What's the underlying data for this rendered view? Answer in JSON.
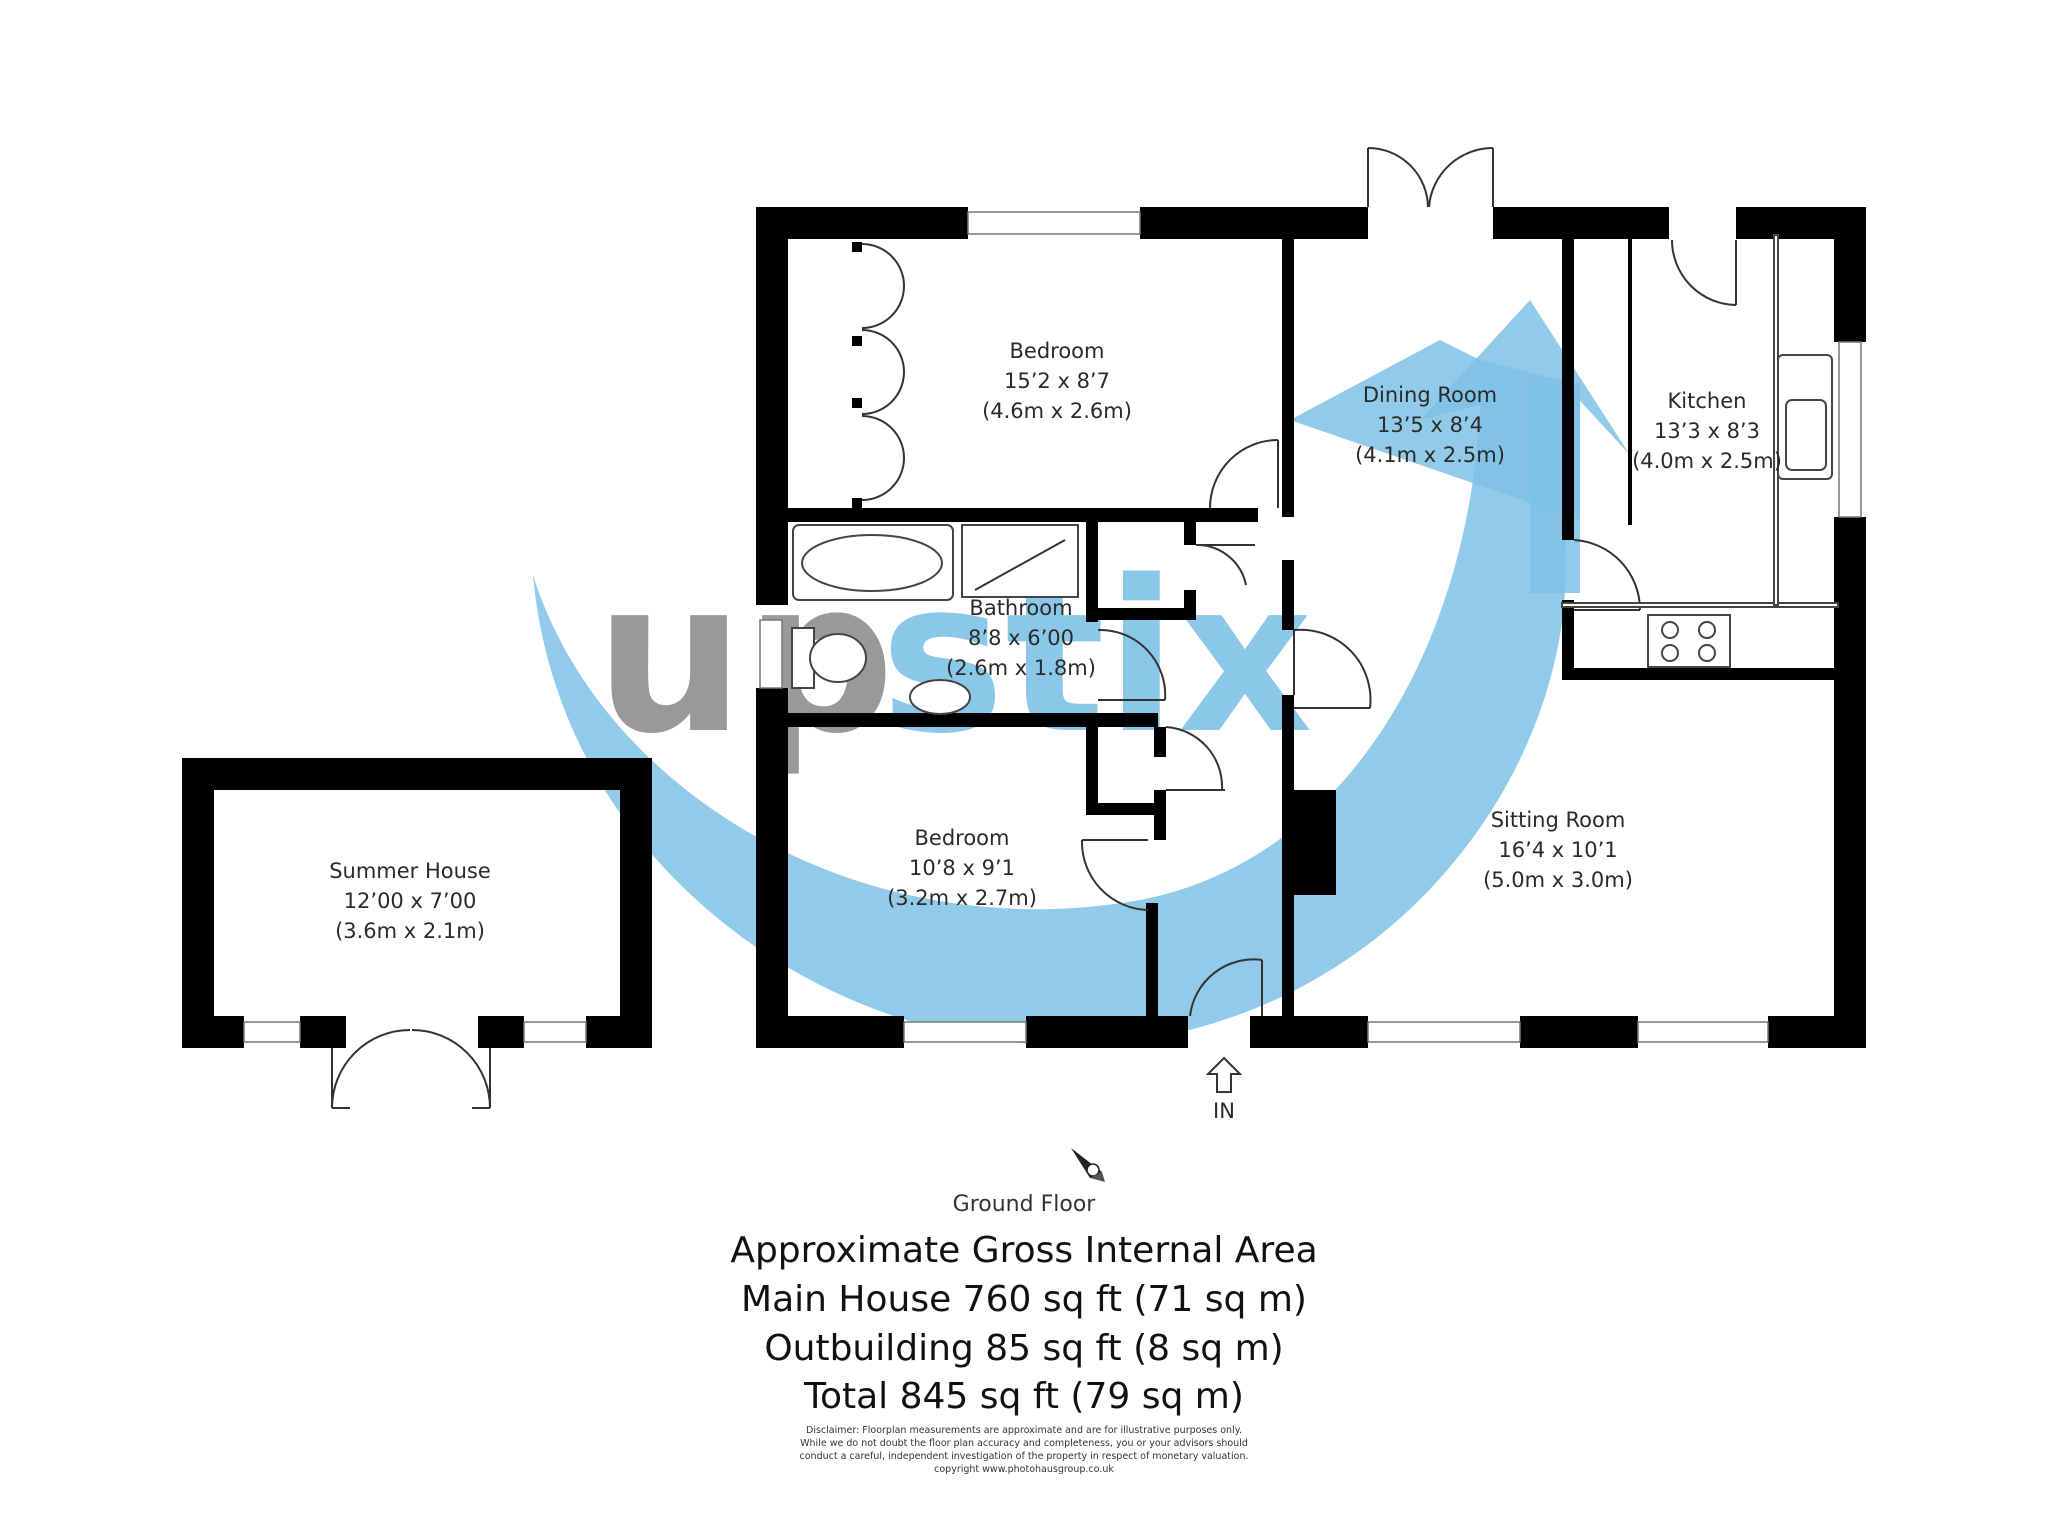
{
  "rooms": {
    "bedroom1": {
      "name": "Bedroom",
      "imperial": "15’2 x 8’7",
      "metric": "(4.6m x 2.6m)"
    },
    "dining": {
      "name": "Dining Room",
      "imperial": "13’5 x 8’4",
      "metric": "(4.1m x 2.5m)"
    },
    "kitchen": {
      "name": "Kitchen",
      "imperial": "13’3 x 8’3",
      "metric": "(4.0m x 2.5m)"
    },
    "bathroom": {
      "name": "Bathroom",
      "imperial": "8’8 x 6’00",
      "metric": "(2.6m x 1.8m)"
    },
    "bedroom2": {
      "name": "Bedroom",
      "imperial": "10’8 x 9’1",
      "metric": "(3.2m x 2.7m)"
    },
    "sitting": {
      "name": "Sitting Room",
      "imperial": "16’4 x 10’1",
      "metric": "(5.0m x 3.0m)"
    },
    "summer": {
      "name": "Summer House",
      "imperial": "12’00 x 7’00",
      "metric": "(3.6m x 2.1m)"
    }
  },
  "entrance_label": "IN",
  "watermark": {
    "part1": "up",
    "part2": "stix",
    "color_grey": "#8e8e8e",
    "color_blue": "#7fc1e6"
  },
  "footer": {
    "floor": "Ground Floor",
    "title": "Approximate Gross Internal Area",
    "main_house": "Main House 760 sq ft (71 sq m)",
    "outbuilding": "Outbuilding 85 sq ft (8 sq m)",
    "total": "Total 845 sq ft (79 sq m)",
    "disclaimer": [
      "Disclaimer: Floorplan measurements are approximate and are for illustrative purposes only.",
      "While we do not doubt the floor plan accuracy and completeness, you or your advisors should",
      "conduct a careful, independent investigation of the property in respect of monetary valuation.",
      "copyright www.photohausgroup.co.uk"
    ]
  }
}
